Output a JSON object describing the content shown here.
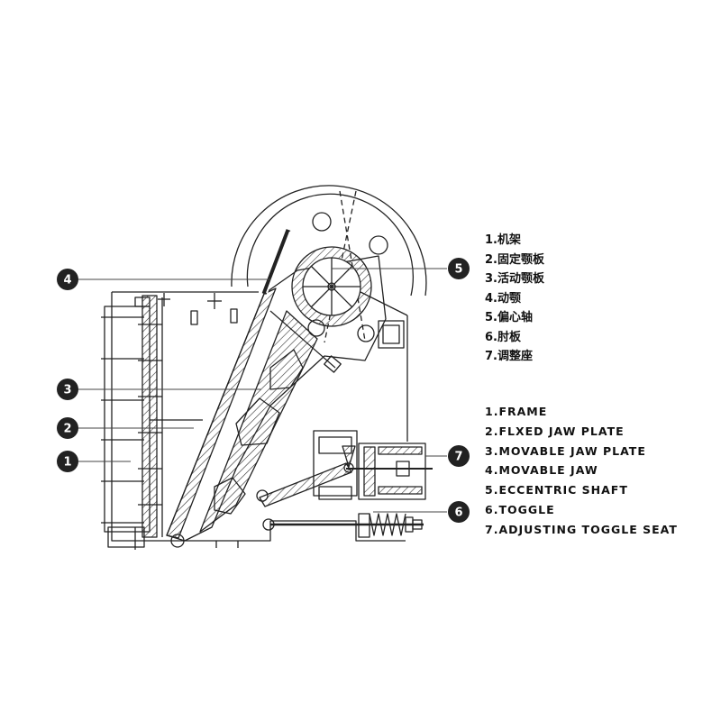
{
  "callouts": [
    "1",
    "2",
    "3",
    "4",
    "5",
    "6",
    "7"
  ],
  "legend_cn": [
    "1.机架",
    "2.固定颚板",
    "3.活动颚板",
    "4.动颚",
    "5.偏心轴",
    "6.肘板",
    "7.调整座"
  ],
  "legend_en": [
    "1.FRAME",
    "2.FLXED JAW PLATE",
    "3.MOVABLE JAW PLATE",
    "4.MOVABLE JAW",
    "5.ECCENTRIC SHAFT",
    "6.TOGGLE",
    "7.ADJUSTING TOGGLE SEAT"
  ]
}
